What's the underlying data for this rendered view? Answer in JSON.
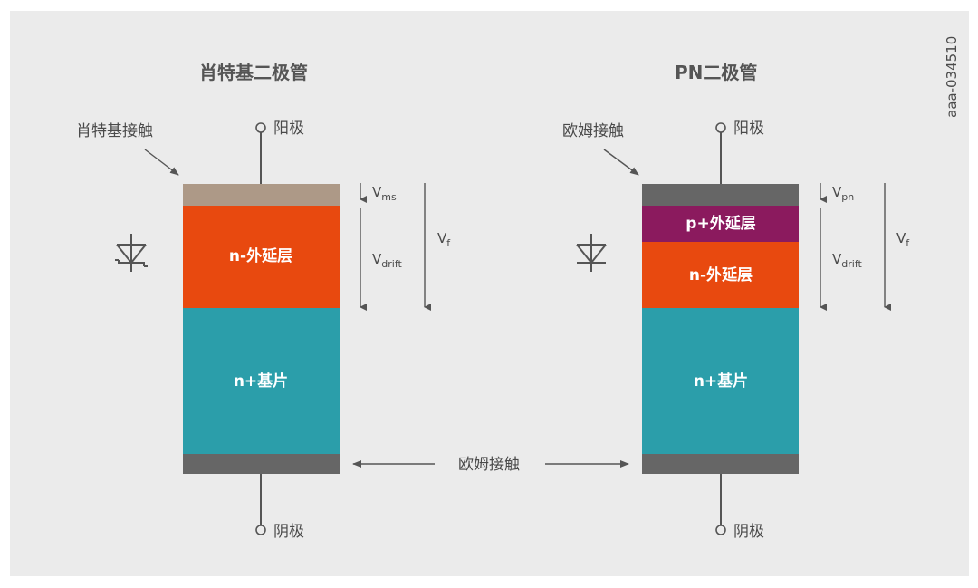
{
  "doc_id": "aaa-034510",
  "schottky": {
    "title": "肖特基二极管",
    "contact": "肖特基接触",
    "anode": "阳极",
    "cathode": "阴极",
    "epi": "n-外延层",
    "substrate": "n+基片",
    "v_ms": {
      "base": "V",
      "sub": "ms"
    },
    "v_drift": {
      "base": "V",
      "sub": "drift"
    },
    "v_f": {
      "base": "V",
      "sub": "f"
    },
    "icon": "schottky-diode-symbol-icon"
  },
  "pn": {
    "title": "PN二极管",
    "contact": "欧姆接触",
    "anode": "阳极",
    "cathode": "阴极",
    "p_epi": "p+外延层",
    "epi": "n-外延层",
    "substrate": "n+基片",
    "v_pn": {
      "base": "V",
      "sub": "pn"
    },
    "v_drift": {
      "base": "V",
      "sub": "drift"
    },
    "v_f": {
      "base": "V",
      "sub": "f"
    },
    "icon": "diode-symbol-icon"
  },
  "bottom_contact": "欧姆接触",
  "colors": {
    "background": "#ebebeb",
    "schottky_contact": "#ad9987",
    "ohmic_contact": "#666666",
    "n_epi": "#e8490f",
    "p_epi": "#8b1a5e",
    "substrate": "#2b9eaa",
    "lines": "#555555"
  }
}
